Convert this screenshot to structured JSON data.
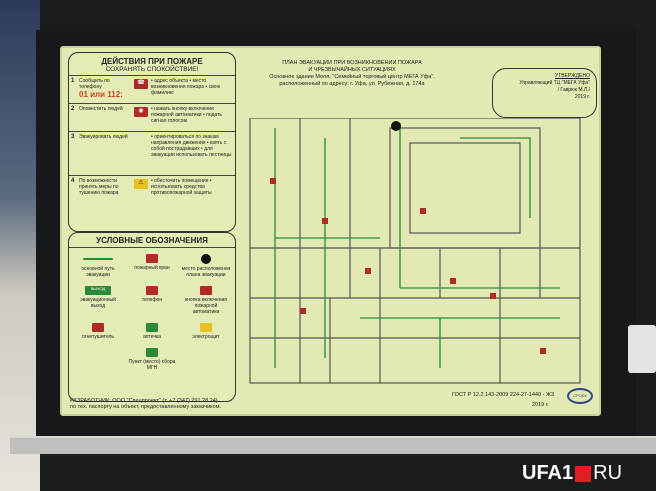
{
  "actions": {
    "title": "ДЕЙСТВИЯ ПРИ ПОЖАРЕ",
    "subtitle": "СОХРАНЯТЬ СПОКОЙСТВИЕ!",
    "steps": [
      {
        "num": "1",
        "action": "Сообщить по телефону",
        "phone": "01 или 112:",
        "bullets": "• адрес объекта • место возникновения пожара • свою фамилию"
      },
      {
        "num": "2",
        "action": "Оповестить людей",
        "bullets": "• нажать кнопку включения пожарной автоматики • подать сигнал голосом"
      },
      {
        "num": "3",
        "action": "Эвакуировать людей",
        "bullets": "• ориентироваться по знакам направления движения • взять с собой пострадавших • для эвакуации использовать лестницы"
      },
      {
        "num": "4",
        "action": "По возможности принять меры по тушению пожара",
        "bullets": "• обесточить помещение • использовать средства противопожарной защиты"
      }
    ]
  },
  "legend": {
    "title": "УСЛОВНЫЕ ОБОЗНАЧЕНИЯ",
    "items": [
      {
        "label": "основной путь эвакуации",
        "color": "#2a8a3a"
      },
      {
        "label": "пожарный кран",
        "color": "#b02a2a"
      },
      {
        "label": "место расположения плана эвакуации",
        "color": "#111111"
      },
      {
        "label": "эвакуационный выход",
        "color": "#2a8a3a",
        "sign": "ВЫХОД"
      },
      {
        "label": "телефон",
        "color": "#b02a2a"
      },
      {
        "label": "кнопка включения пожарной автоматики",
        "color": "#b02a2a"
      },
      {
        "label": "огнетушитель",
        "color": "#b02a2a"
      },
      {
        "label": "аптечка",
        "color": "#2a8a3a"
      },
      {
        "label": "электрощит",
        "color": "#e8c020"
      },
      {
        "label": "Пункт (место) сбора МГН",
        "color": "#2a8a3a"
      }
    ]
  },
  "developer": {
    "line1": "РАЗРАБОТЧИК: ООО \"Спецпроект\" (т. +7 (347) 291 28 24)",
    "line2": "по тех. паспорту на объект, предоставленному заказчиком."
  },
  "header": {
    "line1": "ПЛАН ЭВАКУАЦИИ ПРИ ВОЗНИКНОВЕНИИ ПОЖАРА",
    "line2": "И ЧРЕЗВЫЧАЙНЫХ СИТУАЦИЯХ",
    "line3": "Основное здание Молл. \"Семейный торговый центр МЕГА Уфа\",",
    "line4": "расположенный по адресу: г. Уфа, ул. Рубежная, д. 174а"
  },
  "approval": {
    "title": "УТВЕРЖДЕНО",
    "role": "Управляющий ТЦ \"МЕГА Уфа\"",
    "name": "/ Гаврюк М.Л./",
    "year": "2019 г."
  },
  "footer": {
    "gost": "ГОСТ Р 12.2.143-2009 224-27-1440 - Ж3",
    "year": "2019 г.",
    "logo": "СРОЕК"
  },
  "watermark": {
    "brand": "UFA1",
    "tld": "RU"
  }
}
